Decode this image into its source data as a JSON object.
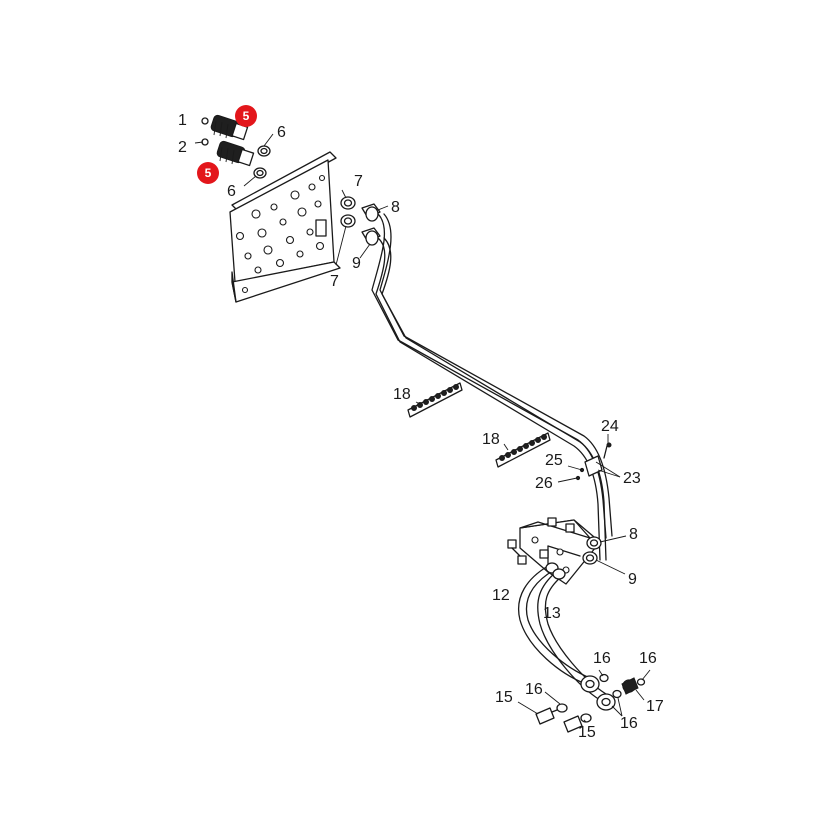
{
  "callouts": {
    "c1": "1",
    "c2": "2",
    "c5a": "5",
    "c5b": "5",
    "c6a": "6",
    "c6b": "6",
    "c7a": "7",
    "c7b": "7",
    "c8a": "8",
    "c8b": "8",
    "c9a": "9",
    "c9b": "9",
    "c12": "12",
    "c13": "13",
    "c15a": "15",
    "c15b": "15",
    "c16a": "16",
    "c16b": "16",
    "c16c": "16",
    "c16d": "16",
    "c17": "17",
    "c18a": "18",
    "c18b": "18",
    "c23": "23",
    "c24": "24",
    "c25": "25",
    "c26": "26"
  },
  "colors": {
    "line": "#1a1a1a",
    "badge": "#e3161b",
    "background": "#ffffff"
  }
}
